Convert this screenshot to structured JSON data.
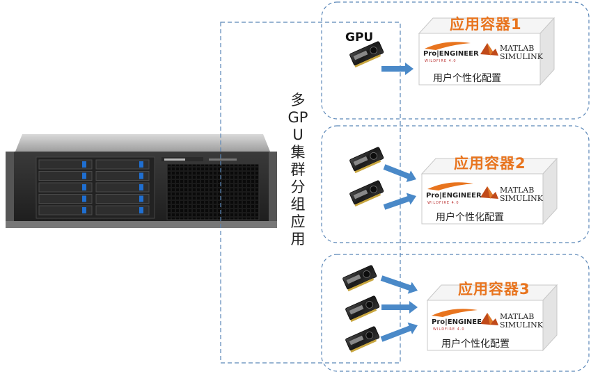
{
  "cluster_label": "多GPU集群分组应用",
  "gpu_label": "GPU",
  "containers": [
    {
      "title": "应用容器1",
      "caption": "用户个性化配置",
      "logo_pro": "Pro|ENGINEER",
      "logo_sub": "WILDFIRE 4.0",
      "logo_ml": [
        "MATLAB",
        "SIMULINK"
      ],
      "gpu_count": 1
    },
    {
      "title": "应用容器2",
      "caption": "用户个性化配置",
      "logo_pro": "Pro|ENGINEER",
      "logo_sub": "WILDFIRE 4.0",
      "logo_ml": [
        "MATLAB",
        "SIMULINK"
      ],
      "gpu_count": 2
    },
    {
      "title": "应用容器3",
      "caption": "用户个性化配置",
      "logo_pro": "Pro|ENGINEE",
      "logo_sub": "WILDFIRE 4.0",
      "logo_ml": [
        "MATLAB",
        "SIMULINK"
      ],
      "gpu_count": 3
    }
  ],
  "colors": {
    "dash": "#5b87b8",
    "arrow": "#4a89c8",
    "title": "#E8741E",
    "box_edge": "#c8c8c8"
  },
  "icons": [
    "rack-server-icon",
    "gpu-card-icon",
    "arrow-icon",
    "matlab-membrane-icon",
    "proe-flame-icon"
  ]
}
